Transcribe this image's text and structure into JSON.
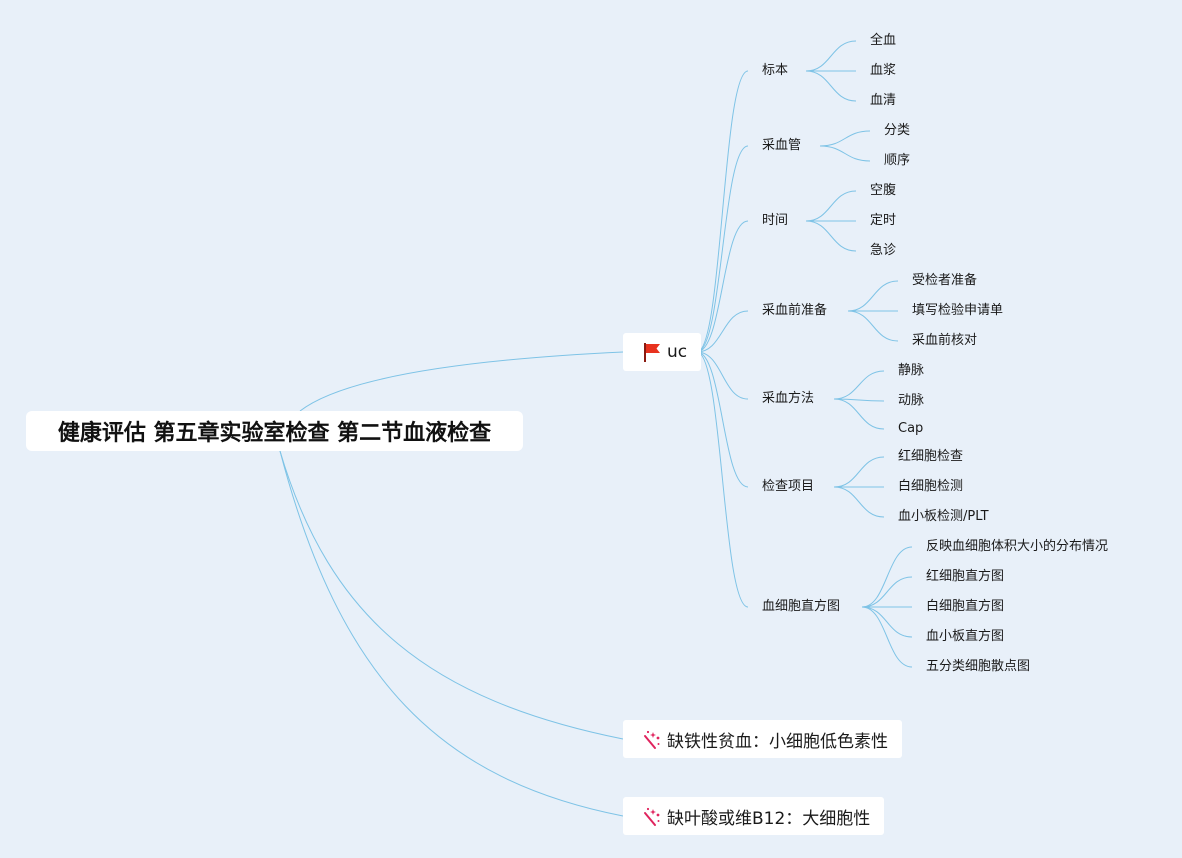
{
  "root": {
    "title": "健康评估 第五章实验室检查 第二节血液检查"
  },
  "colors": {
    "background": "#e8f0f9",
    "link": "#7ec3e6",
    "flag": "#e8321e"
  },
  "branches": [
    {
      "label": "uc",
      "icon": "flag-icon",
      "children": [
        {
          "label": "标本",
          "children": [
            "全血",
            "血浆",
            "血清"
          ]
        },
        {
          "label": "采血管",
          "children": [
            "分类",
            "顺序"
          ]
        },
        {
          "label": "时间",
          "children": [
            "空腹",
            "定时",
            "急诊"
          ]
        },
        {
          "label": "采血前准备",
          "children": [
            "受检者准备",
            "填写检验申请单",
            "采血前核对"
          ]
        },
        {
          "label": "采血方法",
          "children": [
            "静脉",
            "动脉",
            "Cap"
          ]
        },
        {
          "label": "检查项目",
          "children": [
            "红细胞检查",
            "白细胞检测",
            "血小板检测/PLT"
          ]
        },
        {
          "label": "血细胞直方图",
          "children": [
            "反映血细胞体积大小的分布情况",
            "红细胞直方图",
            "白细胞直方图",
            "血小板直方图",
            "五分类细胞散点图"
          ]
        }
      ]
    },
    {
      "label": "缺铁性贫血：小细胞低色素性",
      "icon": "sparkle-icon",
      "children": []
    },
    {
      "label": "缺叶酸或维B12：大细胞性",
      "icon": "sparkle-icon",
      "children": []
    }
  ]
}
